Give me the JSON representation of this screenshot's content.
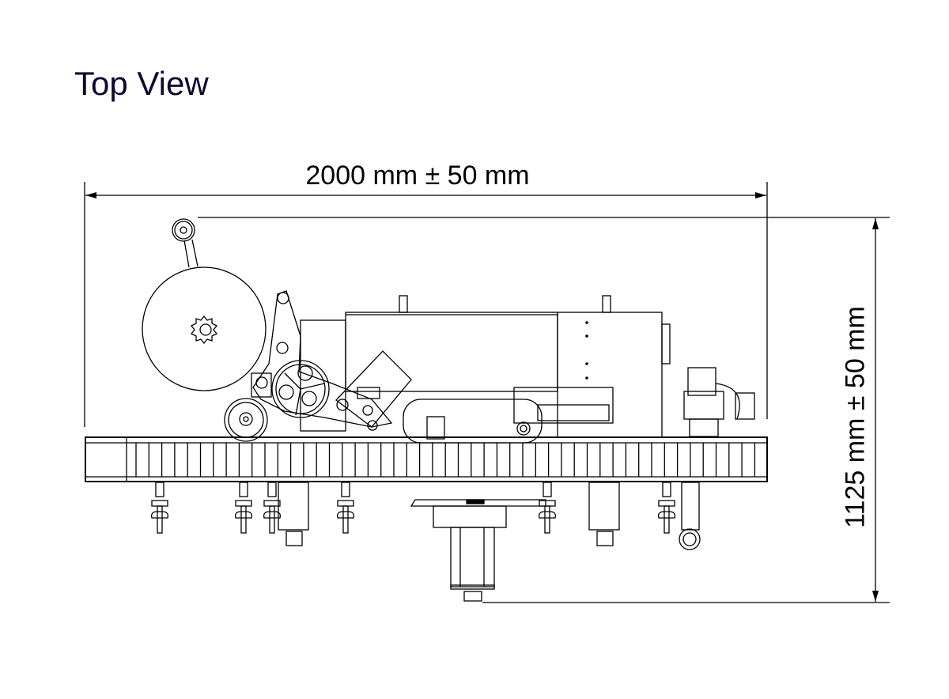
{
  "title": "Top View",
  "dimensions": {
    "width_label": "2000 mm ± 50 mm",
    "height_label": "1125 mm ± 50 mm"
  }
}
